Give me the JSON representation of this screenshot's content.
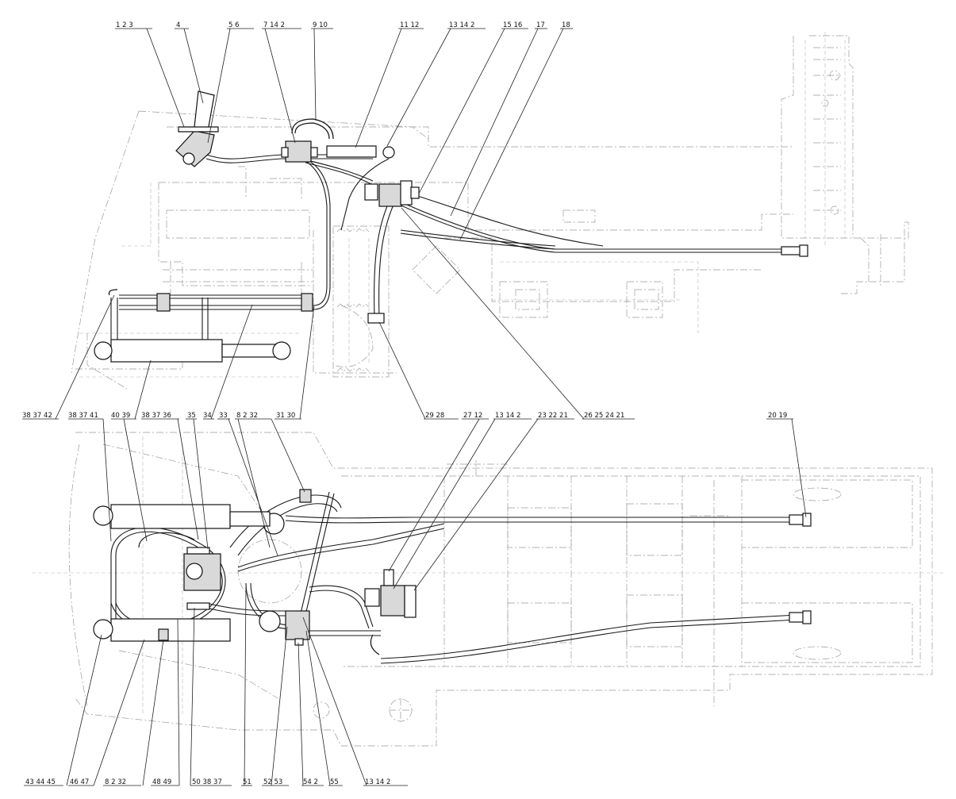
{
  "callouts": {
    "c01": "1 2 3",
    "c02": "4",
    "c03": "5 6",
    "c04": "7 14 2",
    "c05": "9 10",
    "c06": "11 12",
    "c07": "13 14 2",
    "c08": "15 16",
    "c09": "17",
    "c10": "18",
    "c11": "38 37 42",
    "c12": "38 37 41",
    "c13": "40 39",
    "c14": "38 37 36",
    "c15": "35",
    "c16": "34",
    "c17": "33",
    "c18": "8 2 32",
    "c19": "31 30",
    "c20": "29 28",
    "c21": "27 12",
    "c22": "13 14 2",
    "c23": "23 22 21",
    "c24": "26 25 24 21",
    "c25": "20 19",
    "c26": "43 44 45",
    "c27": "46 47",
    "c28": "8 2 32",
    "c29": "48 49",
    "c30": "50 38 37",
    "c31": "51",
    "c32": "52 53",
    "c33": "54 2",
    "c34": "55",
    "c35": "13 14 2"
  }
}
